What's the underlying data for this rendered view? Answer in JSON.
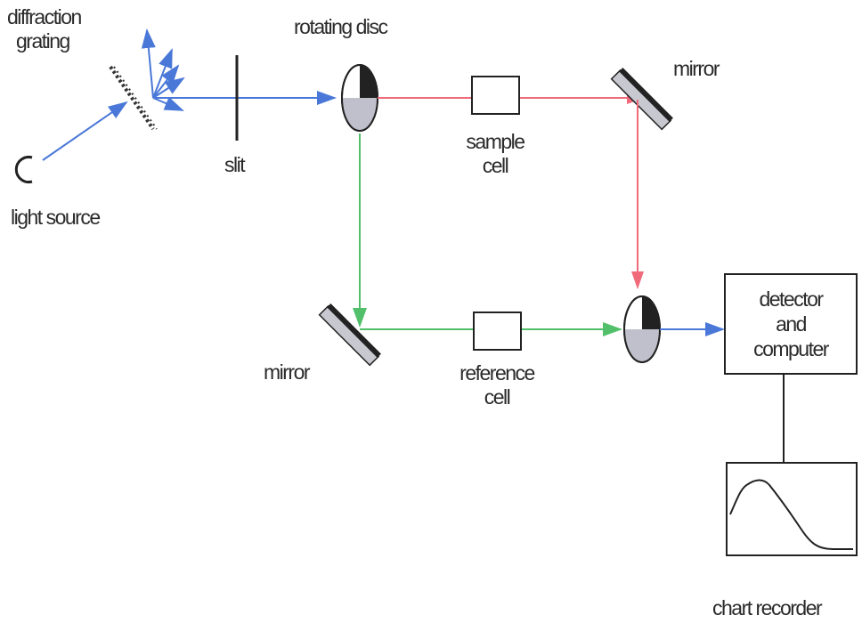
{
  "colors": {
    "blue_light": "#4a78d8",
    "red_light": "#f06a7a",
    "green_light": "#52c06a",
    "line": "#222222",
    "disc_grey": "#c0c0cc",
    "mirror_grey": "#c8c8d0"
  },
  "labels": {
    "diffraction_grating": [
      "diffraction",
      "grating"
    ],
    "rotating_disc": "rotating disc",
    "mirror_top": "mirror",
    "slit": "slit",
    "sample_cell": [
      "sample",
      "cell"
    ],
    "light_source": "light source",
    "mirror_bottom": "mirror",
    "reference_cell": [
      "reference",
      "cell"
    ],
    "detector": [
      "detector",
      "and",
      "computer"
    ],
    "chart_recorder": "chart recorder"
  }
}
